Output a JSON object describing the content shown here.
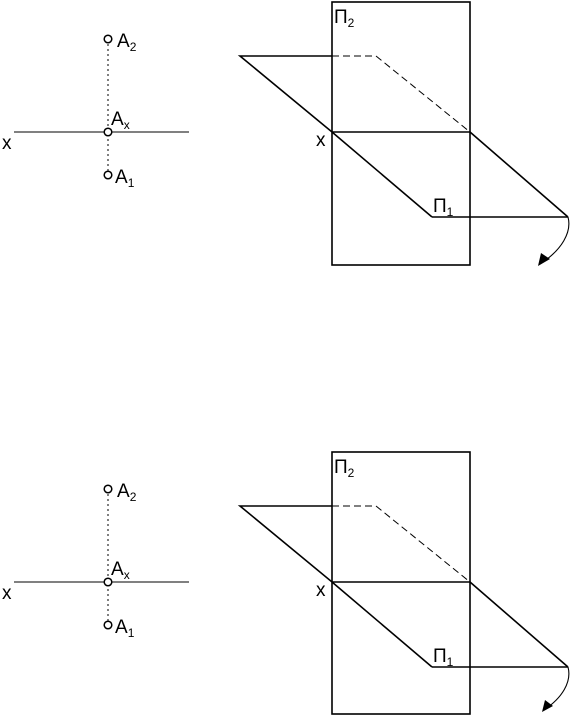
{
  "panels": [
    {
      "epure": {
        "axis_label": "x",
        "point_a2": {
          "letter": "A",
          "subscript": "2"
        },
        "point_ax": {
          "letter": "A",
          "subscript": "x"
        },
        "point_a1": {
          "letter": "A",
          "subscript": "1"
        }
      },
      "spatial": {
        "axis_label": "x",
        "plane_p2": {
          "letter": "П",
          "subscript": "2"
        },
        "plane_p1": {
          "letter": "П",
          "subscript": "1"
        }
      }
    },
    {
      "epure": {
        "axis_label": "x",
        "point_a2": {
          "letter": "A",
          "subscript": "2"
        },
        "point_ax": {
          "letter": "A",
          "subscript": "x"
        },
        "point_a1": {
          "letter": "A",
          "subscript": "1"
        }
      },
      "spatial": {
        "axis_label": "x",
        "plane_p2": {
          "letter": "П",
          "subscript": "2"
        },
        "plane_p1": {
          "letter": "П",
          "subscript": "1"
        }
      }
    }
  ]
}
